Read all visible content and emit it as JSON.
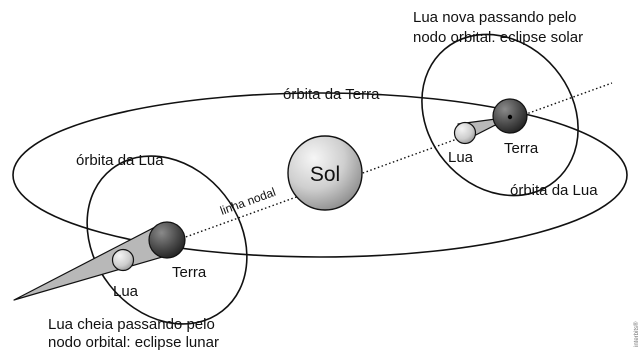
{
  "labels": {
    "solar_caption_line1": "Lua nova passando pelo",
    "solar_caption_line2": "nodo orbital: eclipse solar",
    "earth_orbit": "órbita da Terra",
    "moon_orbit_left": "órbita da Lua",
    "moon_orbit_right": "órbita da Lua",
    "nodal_line": "linha nodal",
    "sun": "Sol",
    "moon_right": "Lua",
    "earth_right": "Terra",
    "moon_left": "Lua",
    "earth_left": "Terra",
    "lunar_caption_line1": "Lua cheia passando pelo",
    "lunar_caption_line2": "nodo orbital: eclipse lunar",
    "credit": "interbits®"
  },
  "colors": {
    "stroke": "#111111",
    "shadow_fill": "#b8b8b8",
    "sun_light": "#f4f4f4",
    "sun_dark": "#8c8c8c",
    "earth_dark": "#3a3a3a",
    "moon_light": "#d6d6d6"
  }
}
